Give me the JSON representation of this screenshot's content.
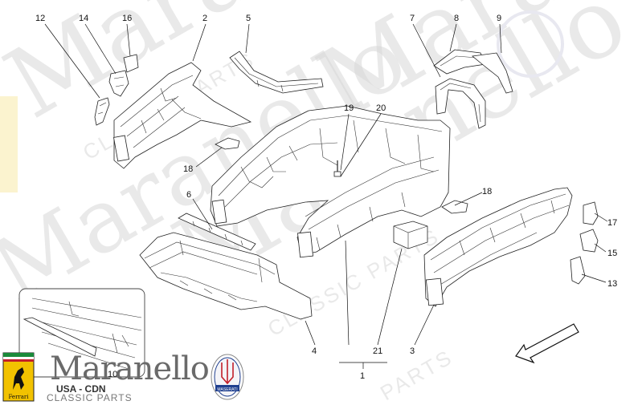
{
  "watermark": {
    "words": [
      "Maranello",
      "Maranello",
      "Maranello",
      "Maranello"
    ],
    "subwords": [
      "CLASSIC PARTS",
      "CLASSIC PARTS",
      "PARTS"
    ]
  },
  "callouts": {
    "n1": "1",
    "n2": "2",
    "n3": "3",
    "n4": "4",
    "n5": "5",
    "n6": "6",
    "n7": "7",
    "n8": "8",
    "n9": "9",
    "n10": "10",
    "n12": "12",
    "n13": "13",
    "n14": "14",
    "n15": "15",
    "n16": "16",
    "n17": "17",
    "n18a": "18",
    "n18b": "18",
    "n19": "19",
    "n20": "20",
    "n21": "21"
  },
  "branding": {
    "name": "Maranello",
    "region": "USA - CDN",
    "tagline": "CLASSIC PARTS",
    "ferrari_badge_text": "Ferrari",
    "maserati_badge_text": "MASERATI"
  },
  "colors": {
    "line": "#222222",
    "watermark": "#d8d8d8",
    "ferrari_yellow": "#f2c200",
    "maserati_blue": "#1f3f8f",
    "maserati_red": "#c21f2a"
  }
}
